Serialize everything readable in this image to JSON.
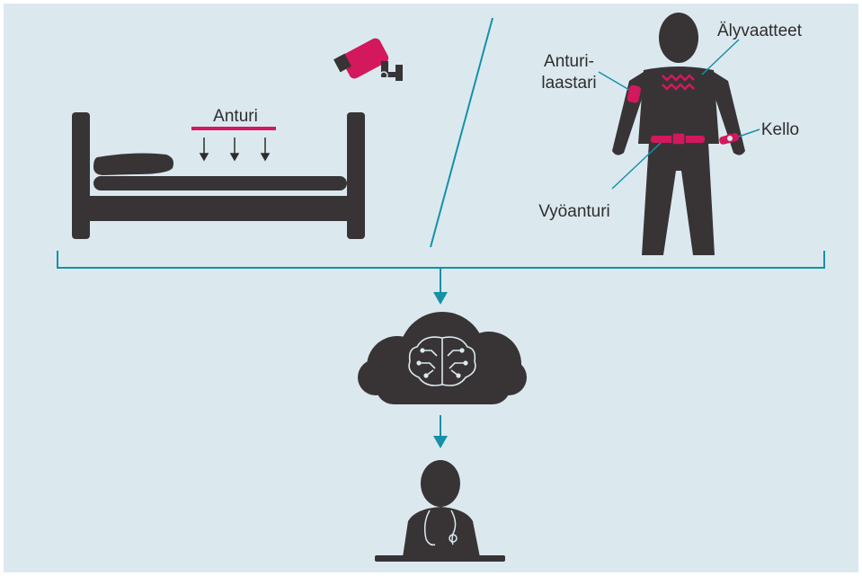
{
  "colors": {
    "background": "#dbe9ef",
    "dark": "#383436",
    "accent": "#d3185d",
    "line": "#1690a8",
    "text": "#2f2c2e"
  },
  "labels": {
    "bed_sensor": "Anturi",
    "smart_clothing": "Älyvaatteet",
    "sensor_patch_line1": "Anturi-",
    "sensor_patch_line2": "laastari",
    "watch": "Kello",
    "belt_sensor": "Vyöanturi"
  },
  "icons": {
    "camera": "security-camera-icon",
    "bed": "bed-icon",
    "patient": "patient-icon",
    "person": "person-silhouette-icon",
    "cloud": "cloud-icon",
    "brain": "brain-circuit-icon",
    "doctor": "doctor-icon",
    "stethoscope": "stethoscope-icon"
  }
}
